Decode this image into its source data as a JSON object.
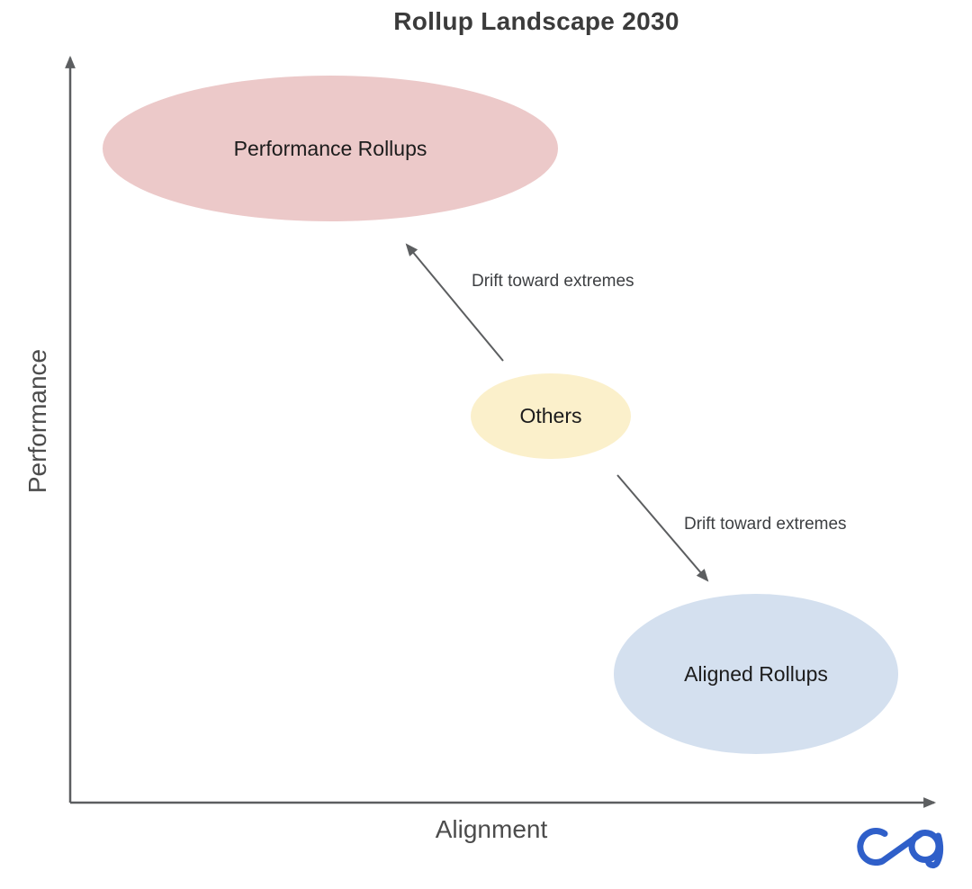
{
  "title": "Rollup Landscape 2030",
  "axes": {
    "x_label": "Alignment",
    "y_label": "Performance"
  },
  "ellipses": [
    {
      "id": "performance-rollups",
      "label": "Performance Rollups",
      "fill": "#ecc9c9",
      "position": "top-left"
    },
    {
      "id": "others",
      "label": "Others",
      "fill": "#fbf0cb",
      "position": "center"
    },
    {
      "id": "aligned-rollups",
      "label": "Aligned Rollups",
      "fill": "#d4e0ef",
      "position": "bottom-right"
    }
  ],
  "annotations": [
    {
      "label": "Drift toward extremes",
      "direction": "up-left-from-others-to-performance-rollups"
    },
    {
      "label": "Drift toward extremes",
      "direction": "down-right-from-others-to-aligned-rollups"
    }
  ],
  "logo": {
    "name": "ca-logo",
    "color": "#2f5fc9"
  },
  "colors": {
    "background": "#ffffff",
    "axis": "#5c5e60",
    "arrow": "#5c5e60",
    "title_text": "#3b3b3b",
    "ellipse_label_text": "#1c1c1c",
    "annotation_text": "#3d3f42",
    "axis_label_text": "#4c4c4c"
  }
}
